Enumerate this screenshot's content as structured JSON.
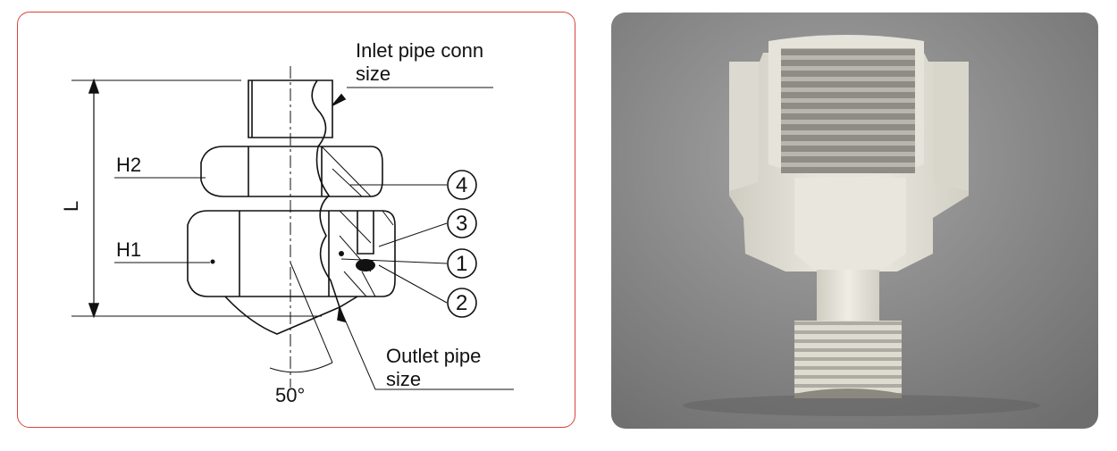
{
  "drawing": {
    "inlet_label_line1": "Inlet pipe conn",
    "inlet_label_line2": "size",
    "outlet_label_line1": "Outlet pipe",
    "outlet_label_line2": "size",
    "dim_L": "L",
    "dim_H1": "H1",
    "dim_H2": "H2",
    "angle": "50°",
    "callouts": [
      "4",
      "3",
      "1",
      "2"
    ]
  },
  "colors": {
    "frame_border": "#d9443a",
    "photo_bg_light": "#a6a6a6",
    "photo_bg_dark": "#6e6e6e",
    "part_color": "#e8e6dc"
  }
}
